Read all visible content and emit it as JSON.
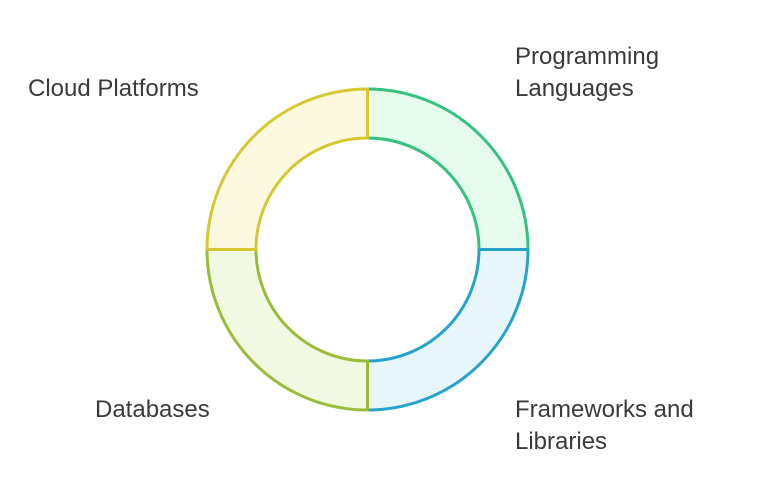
{
  "diagram": {
    "type": "segmented-ring",
    "segments": [
      {
        "id": "programming-languages",
        "label": "Programming\nLanguages",
        "quadrant": "top-right",
        "fill": "#e4fbee",
        "stroke": "#35c17f"
      },
      {
        "id": "frameworks-and-libraries",
        "label": "Frameworks and\nLibraries",
        "quadrant": "bottom-right",
        "fill": "#e6f6fb",
        "stroke": "#26a3cc"
      },
      {
        "id": "databases",
        "label": "Databases",
        "quadrant": "bottom-left",
        "fill": "#f2f9e3",
        "stroke": "#99bd3a"
      },
      {
        "id": "cloud-platforms",
        "label": "Cloud Platforms",
        "quadrant": "top-left",
        "fill": "#fcf9e0",
        "stroke": "#d7c832"
      }
    ],
    "text_color": "#3a3a3a"
  }
}
